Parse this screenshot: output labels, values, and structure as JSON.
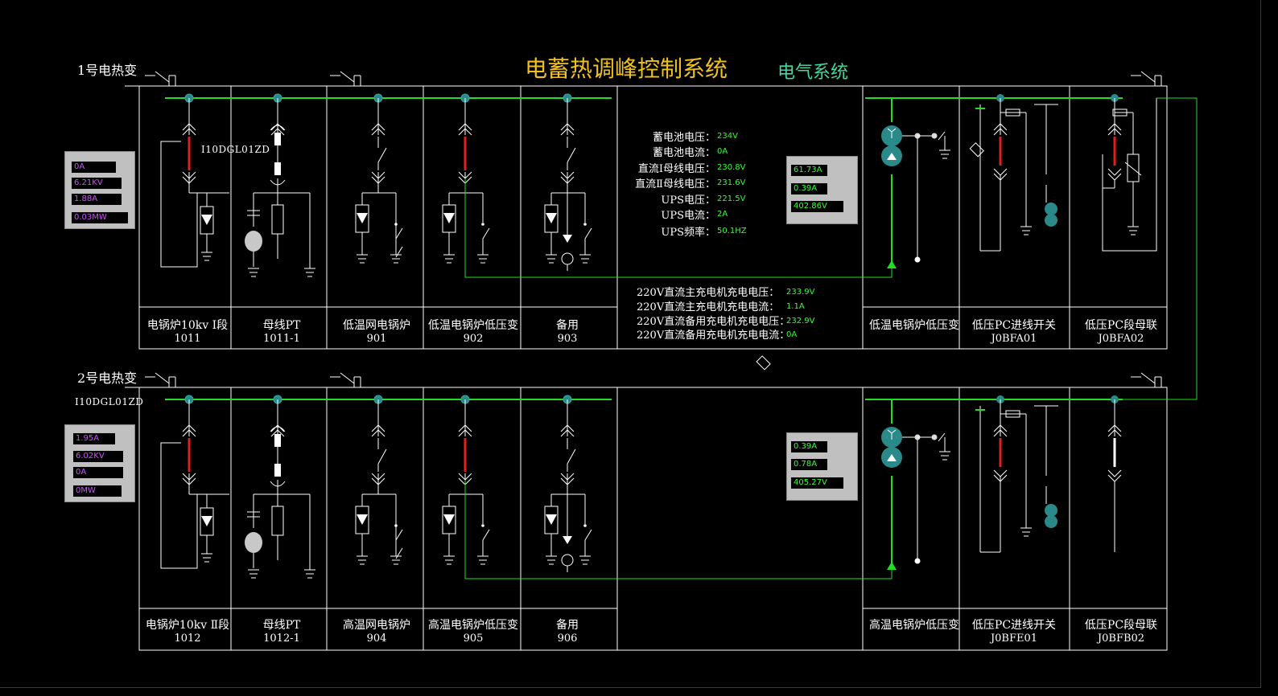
{
  "title": "电蓄热调峰控制系统",
  "subtitle": "电气系统",
  "colors": {
    "bus": "#22dd22",
    "breaker_red": "#e02020",
    "accent_yellow": "#f0c020",
    "accent_teal": "#3fd8a0",
    "value_green": "#33ff33",
    "value_purple": "#d050ff"
  },
  "top": {
    "transformer_name": "1号电热变",
    "code": "I10DGL01ZD",
    "meter": [
      "0A",
      "6.21KV",
      "1.88A",
      "0.03MW"
    ],
    "trafo_meter": [
      "61.73A",
      "0.39A",
      "402.86V"
    ],
    "cells": [
      {
        "name": "电锅炉10kv  Ⅰ段",
        "num": "1011"
      },
      {
        "name": "母线PT",
        "num": "1011-1"
      },
      {
        "name": "低温网电锅炉",
        "num": "901"
      },
      {
        "name": "低温电锅炉低压变",
        "num": "902"
      },
      {
        "name": "备用",
        "num": "903"
      }
    ],
    "right_cells": [
      {
        "name": "低温电锅炉低压变",
        "num": ""
      },
      {
        "name": "低压PC进线开关",
        "num": "J0BFA01"
      },
      {
        "name": "低压PC段母联",
        "num": "J0BFA02"
      }
    ]
  },
  "bottom": {
    "transformer_name": "2号电热变",
    "code": "I10DGL01ZD",
    "meter": [
      "1.95A",
      "6.02KV",
      "0A",
      "0MW"
    ],
    "trafo_meter": [
      "0.39A",
      "0.78A",
      "405.27V"
    ],
    "cells": [
      {
        "name": "电锅炉10kv  Ⅱ段",
        "num": "1012"
      },
      {
        "name": "母线PT",
        "num": "1012-1"
      },
      {
        "name": "高温网电锅炉",
        "num": "904"
      },
      {
        "name": "高温电锅炉低压变",
        "num": "905"
      },
      {
        "name": "备用",
        "num": "906"
      }
    ],
    "right_cells": [
      {
        "name": "高温电锅炉低压变",
        "num": ""
      },
      {
        "name": "低压PC进线开关",
        "num": "J0BFE01"
      },
      {
        "name": "低压PC段母联",
        "num": "J0BFB02"
      }
    ]
  },
  "dc": [
    {
      "label": "蓄电池电压：",
      "value": "234V"
    },
    {
      "label": "蓄电池电流：",
      "value": "0A"
    },
    {
      "label": "直流Ⅰ母线电压：",
      "value": "230.8V"
    },
    {
      "label": "直流Ⅱ母线电压：",
      "value": "231.6V"
    },
    {
      "label": "UPS电压：",
      "value": "221.5V"
    },
    {
      "label": "UPS电流：",
      "value": "2A"
    },
    {
      "label": "UPS频率：",
      "value": "50.1HZ"
    }
  ],
  "charger": [
    {
      "label": "220V直流主充电机充电电压：",
      "value": "233.9V"
    },
    {
      "label": "220V直流主充电机充电电流：",
      "value": "1.1A"
    },
    {
      "label": "220V直流备用充电机充电电压：",
      "value": "232.9V"
    },
    {
      "label": "220V直流备用充电机充电电流：",
      "value": "0A"
    }
  ]
}
